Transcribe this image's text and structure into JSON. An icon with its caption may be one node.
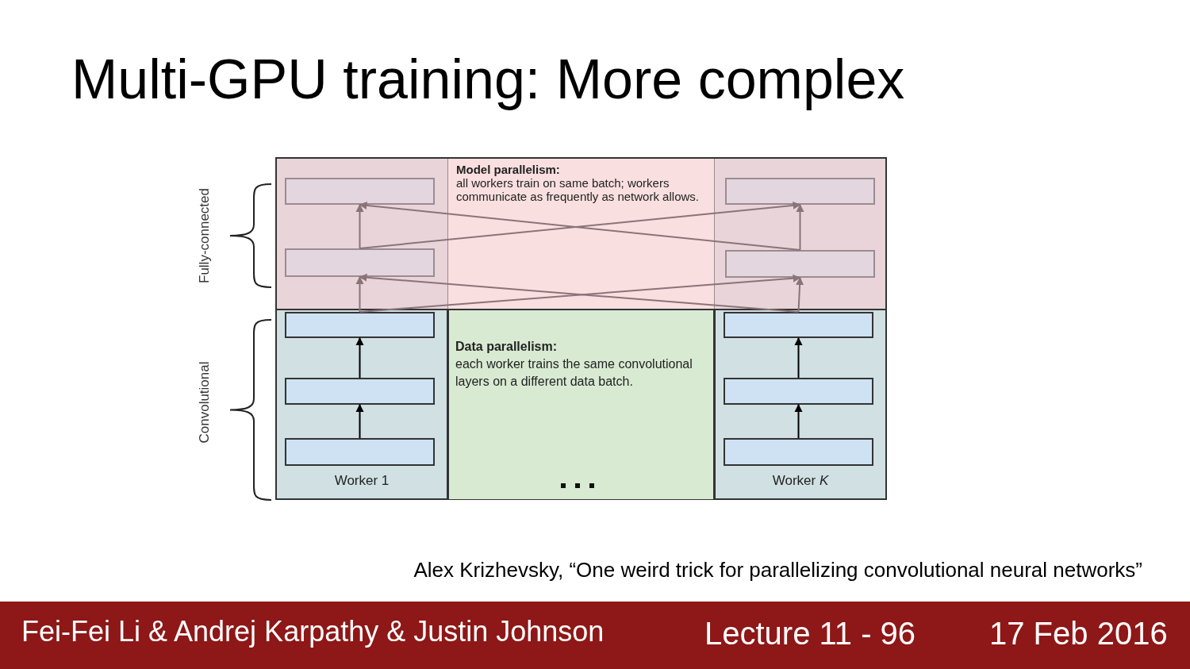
{
  "diagram": {
    "title": "Multi-GPU training: More complex",
    "caption": "Alex Krizhevsky, “One weird trick for parallelizing convolutional neural networks”",
    "nodes": [
      {
        "text": [
          "Model parallelism:",
          "all workers train on same batch; workers communicate as frequently as network allows."
        ]
      },
      {
        "text": [
          "Data parallelism:",
          "each worker trains the same convolutional layers on a different data batch."
        ]
      },
      {
        "text": [
          "Worker 1"
        ]
      },
      {
        "text": [
          "Worker *K*"
        ]
      },
      {
        "text": [],
        "shape": "box",
        "in": 0
      },
      {
        "text": [],
        "shape": "box",
        "in": 0
      },
      {
        "text": [],
        "shape": "box",
        "in": 2
      },
      {
        "text": [],
        "shape": "box",
        "in": 2
      },
      {
        "text": [],
        "shape": "box",
        "in": 2
      },
      {
        "text": [],
        "shape": "box",
        "in": 0
      },
      {
        "text": [],
        "shape": "box",
        "in": 0
      },
      {
        "text": [],
        "shape": "box",
        "in": 3
      },
      {
        "text": [],
        "shape": "box",
        "in": 3
      },
      {
        "text": [],
        "shape": "box",
        "in": 3
      }
    ],
    "edges": [
      {
        "from": 8,
        "to": 7,
        "arrow": "to",
        "color": "#000000"
      },
      {
        "from": 7,
        "to": 6,
        "arrow": "to",
        "color": "#000000"
      },
      {
        "from": 6,
        "to": 5,
        "arrow": "to"
      },
      {
        "from": 5,
        "to": 4,
        "arrow": "to"
      },
      {
        "from": 13,
        "to": 12,
        "arrow": "to",
        "color": "#000000"
      },
      {
        "from": 12,
        "to": 11,
        "arrow": "to",
        "color": "#000000"
      },
      {
        "from": 11,
        "to": 10,
        "arrow": "to"
      },
      {
        "from": 10,
        "to": 9,
        "arrow": "to"
      },
      {
        "from": 6,
        "to": 10,
        "arrow": "to"
      },
      {
        "from": 11,
        "to": 5,
        "arrow": "to"
      },
      {
        "from": 5,
        "to": 9,
        "arrow": "to"
      },
      {
        "from": 10,
        "to": 4,
        "arrow": "to"
      }
    ],
    "labels": [
      "Fully-connected",
      "Convolutional",
      "Fei-Fei Li & Andrej Karpathy & Justin Johnson",
      "Lecture 11 - 96",
      "17 Feb 2016"
    ]
  }
}
